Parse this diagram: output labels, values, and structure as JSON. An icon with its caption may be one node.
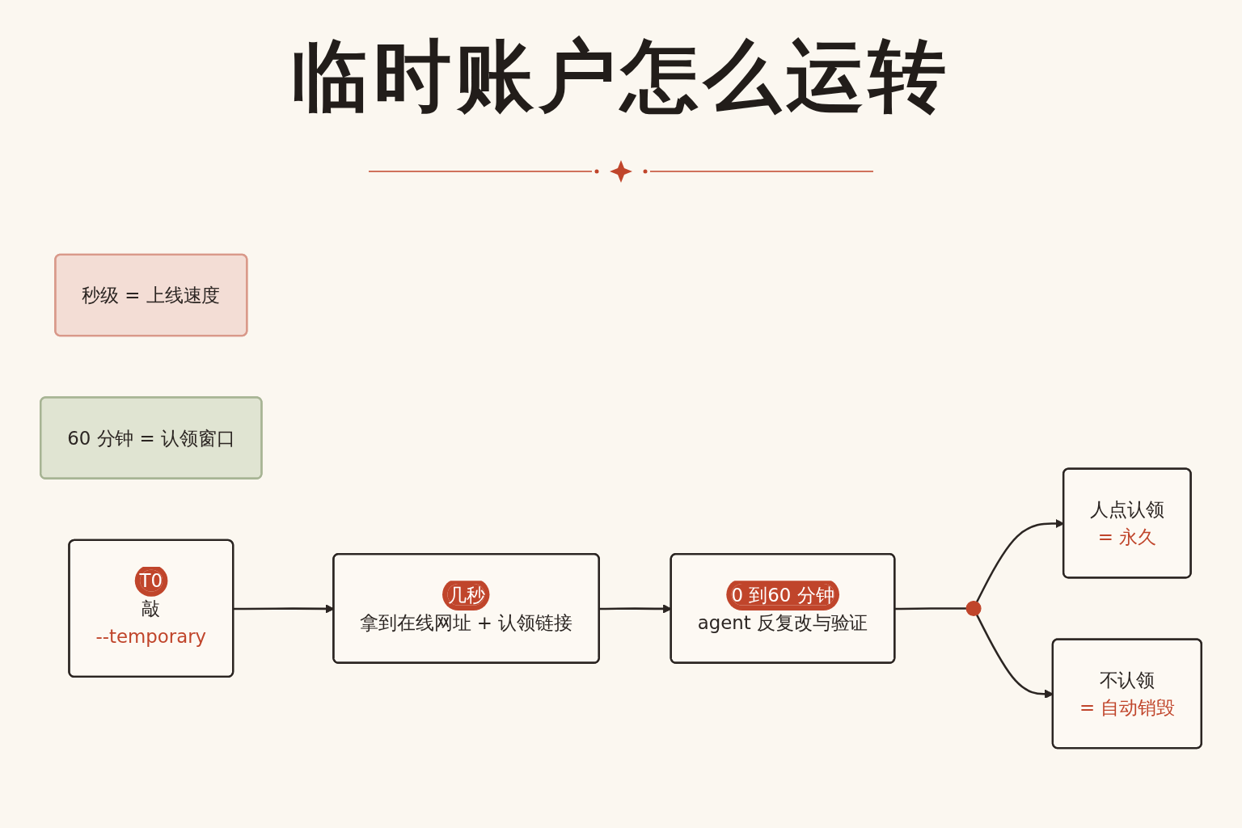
{
  "diagram": {
    "title": "临时账户怎么运转",
    "nodes": [
      {
        "text": [
          "秒级 = 上线速度"
        ]
      },
      {
        "text": [
          "60 分钟 = 认领窗口"
        ]
      },
      {
        "text": [
          "T0",
          "敲",
          "--temporary"
        ]
      },
      {
        "text": [
          "几秒",
          "拿到在线网址 + 认领链接"
        ]
      },
      {
        "text": [
          "0 到60 分钟",
          "agent 反复改与验证"
        ]
      },
      {
        "text": [],
        "shape": "circle"
      },
      {
        "text": [
          "人点认领",
          "= 永久"
        ]
      },
      {
        "text": [
          "不认领",
          "= 自动销毁"
        ]
      }
    ],
    "edges": [
      {
        "from": 2,
        "to": 3,
        "arrow": "to"
      },
      {
        "from": 3,
        "to": 4,
        "arrow": "to"
      },
      {
        "from": 4,
        "to": 5,
        "arrow": "none"
      },
      {
        "from": 5,
        "to": 6,
        "arrow": "to"
      },
      {
        "from": 5,
        "to": 7,
        "arrow": "to"
      }
    ]
  }
}
